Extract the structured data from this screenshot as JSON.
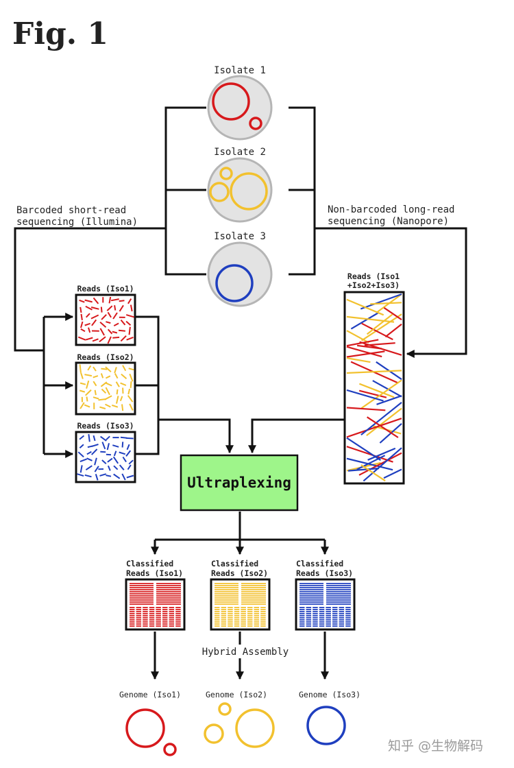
{
  "figure_label": "Fig. 1",
  "isolates": [
    {
      "label": "Isolate 1",
      "color": "#d7191c"
    },
    {
      "label": "Isolate 2",
      "color": "#f2c12e"
    },
    {
      "label": "Isolate 3",
      "color": "#1f3fbf"
    }
  ],
  "short_read_label": [
    "Barcoded short-read",
    "sequencing (Illumina)"
  ],
  "long_read_label": [
    "Non-barcoded long-read",
    "sequencing (Nanopore)"
  ],
  "short_read_boxes": [
    "Reads (Iso1)",
    "Reads (Iso2)",
    "Reads (Iso3)"
  ],
  "long_read_box": [
    "Reads (Iso1",
    "+Iso2+Iso3)"
  ],
  "ultraplexing_label": "Ultraplexing",
  "ultraplexing_color": "#9ef58a",
  "classified_boxes": [
    [
      "Classified",
      "Reads (Iso1)"
    ],
    [
      "Classified",
      "Reads (Iso2)"
    ],
    [
      "Classified",
      "Reads (Iso3)"
    ]
  ],
  "hybrid_assembly_label": "Hybrid Assembly",
  "genomes": [
    "Genome (Iso1)",
    "Genome (Iso2)",
    "Genome (Iso3)"
  ],
  "watermark": "知乎 @生物解码"
}
